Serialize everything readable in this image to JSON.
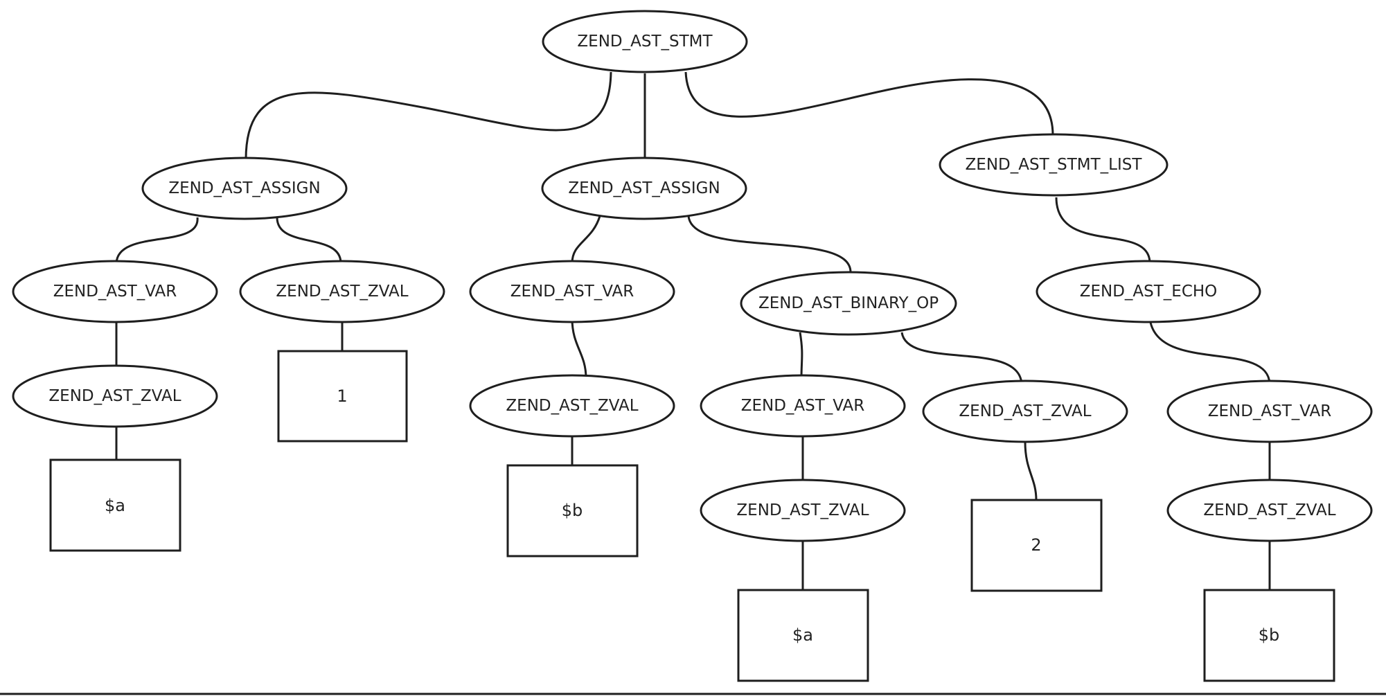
{
  "nodes": {
    "root": {
      "label": "ZEND_AST_STMT"
    },
    "assign_1": {
      "label": "ZEND_AST_ASSIGN"
    },
    "assign_2": {
      "label": "ZEND_AST_ASSIGN"
    },
    "stmt_list": {
      "label": "ZEND_AST_STMT_LIST"
    },
    "var_1": {
      "label": "ZEND_AST_VAR"
    },
    "zval_1": {
      "label": "ZEND_AST_ZVAL"
    },
    "var_2": {
      "label": "ZEND_AST_VAR"
    },
    "binary_op": {
      "label": "ZEND_AST_BINARY_OP"
    },
    "echo": {
      "label": "ZEND_AST_ECHO"
    },
    "zval_var_1": {
      "label": "ZEND_AST_ZVAL"
    },
    "value_1": {
      "label": "1"
    },
    "zval_var_2": {
      "label": "ZEND_AST_ZVAL"
    },
    "var_3": {
      "label": "ZEND_AST_VAR"
    },
    "zval_2": {
      "label": "ZEND_AST_ZVAL"
    },
    "var_4": {
      "label": "ZEND_AST_VAR"
    },
    "name_a_1": {
      "label": "$a"
    },
    "name_b_1": {
      "label": "$b"
    },
    "zval_var_3": {
      "label": "ZEND_AST_ZVAL"
    },
    "value_2": {
      "label": "2"
    },
    "zval_var_4": {
      "label": "ZEND_AST_ZVAL"
    },
    "name_a_2": {
      "label": "$a"
    },
    "name_b_2": {
      "label": "$b"
    }
  }
}
